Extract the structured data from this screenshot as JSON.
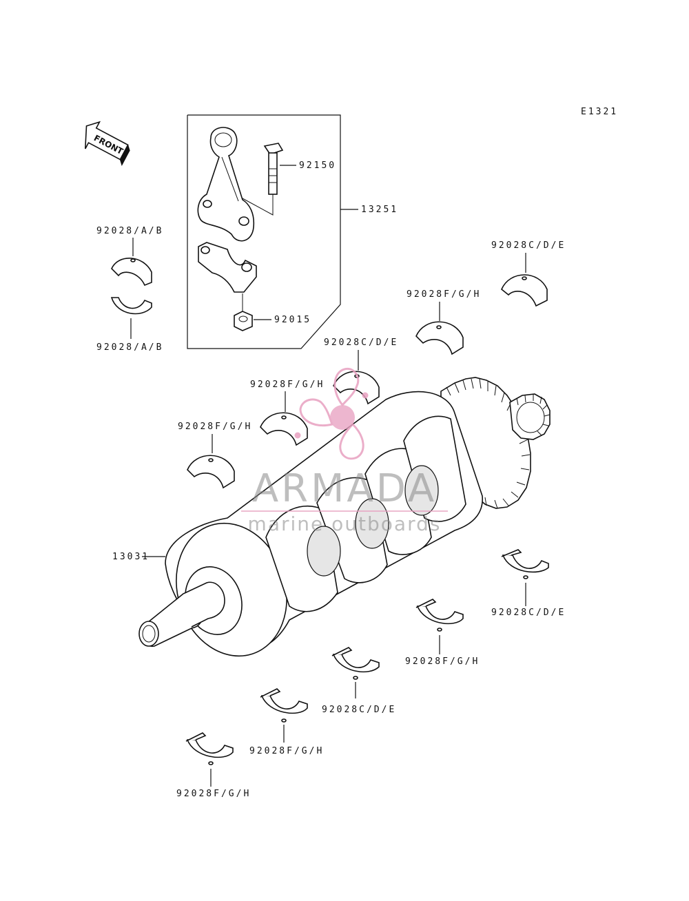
{
  "diagram_id": "E1321",
  "front_marker": "FRONT",
  "labels": {
    "rod_bolt": "92150",
    "rod_assembly": "13251",
    "rod_nut": "92015",
    "crankshaft": "13031",
    "bearing_ab_top": "92028/A/B",
    "bearing_ab_bottom": "92028/A/B",
    "bearing_cde_1": "92028C/D/E",
    "bearing_fgh_1": "92028F/G/H",
    "bearing_cde_2": "92028C/D/E",
    "bearing_fgh_2": "92028F/G/H",
    "bearing_fgh_3": "92028F/G/H",
    "bearing_cde_3": "92028C/D/E",
    "bearing_fgh_4": "92028F/G/H",
    "bearing_cde_4": "92028C/D/E",
    "bearing_fgh_5": "92028F/G/H",
    "bearing_fgh_6": "92028F/G/H"
  },
  "watermark": {
    "title": "ARMADA",
    "subtitle": "marine outboards",
    "accent_color": "#e8a0c0",
    "text_color": "#8a8a8a"
  }
}
